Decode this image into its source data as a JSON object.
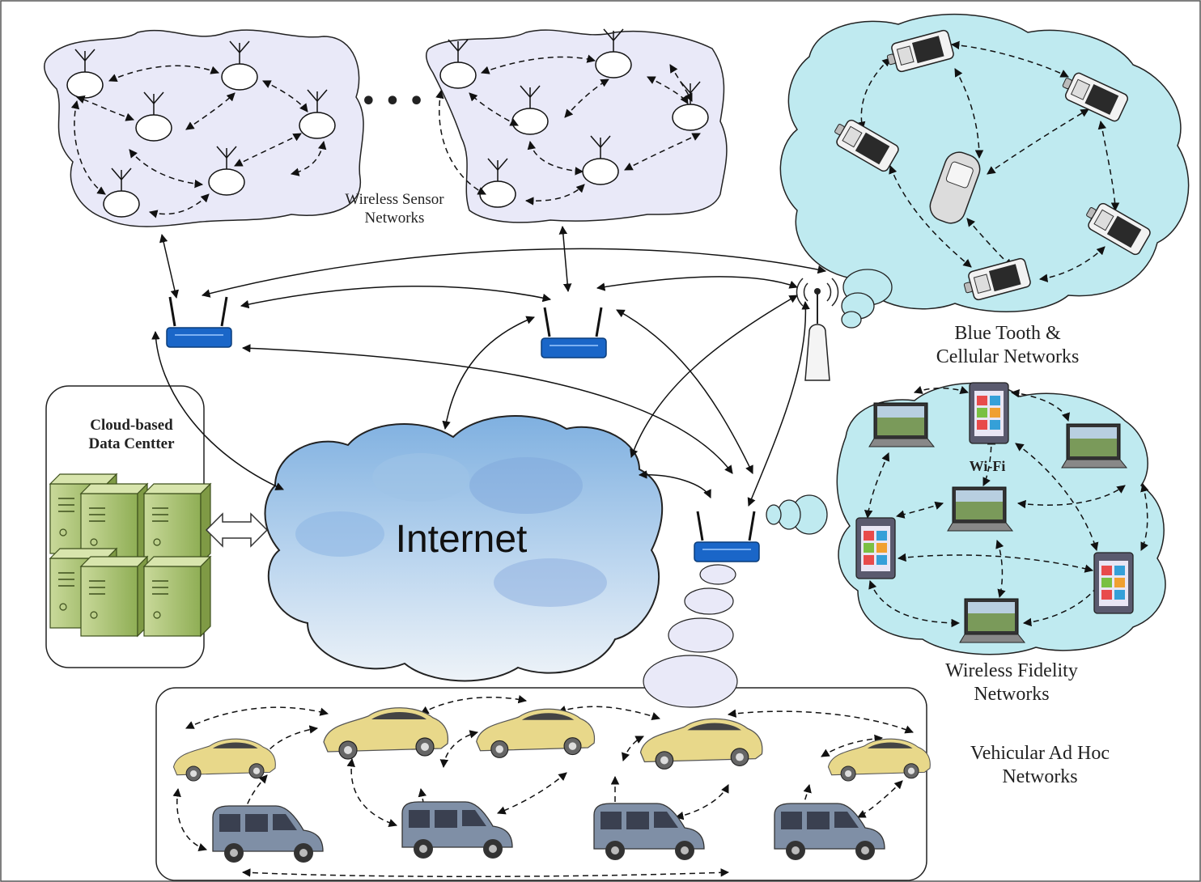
{
  "labels": {
    "wsn": "Wireless Sensor\nNetworks",
    "bt": "Blue Tooth &\nCellular Networks",
    "wifi_small": "Wi-Fi",
    "wifi": "Wireless Fidelity\nNetworks",
    "vanet": "Vehicular Ad Hoc\nNetworks",
    "cloud_dc": "Cloud-based\nData Centter",
    "internet": "Internet",
    "ellipsis": "• • •"
  },
  "colors": {
    "sensor_cloud": "#e9e9f8",
    "bt_cloud": "#bfeaf0",
    "wifi_cloud": "#bfeaf0",
    "router_blue": "#1a66c8",
    "server_green": "#a8c070",
    "car_yellow": "#e8d88a",
    "van_gray": "#7f8fa6",
    "internet_cloud": "#9fc3e6"
  },
  "icons": [
    "sensor-node-icon",
    "router-icon",
    "base-station-icon",
    "phone-icon",
    "tablet-icon",
    "laptop-icon",
    "server-icon",
    "car-icon",
    "van-icon"
  ]
}
